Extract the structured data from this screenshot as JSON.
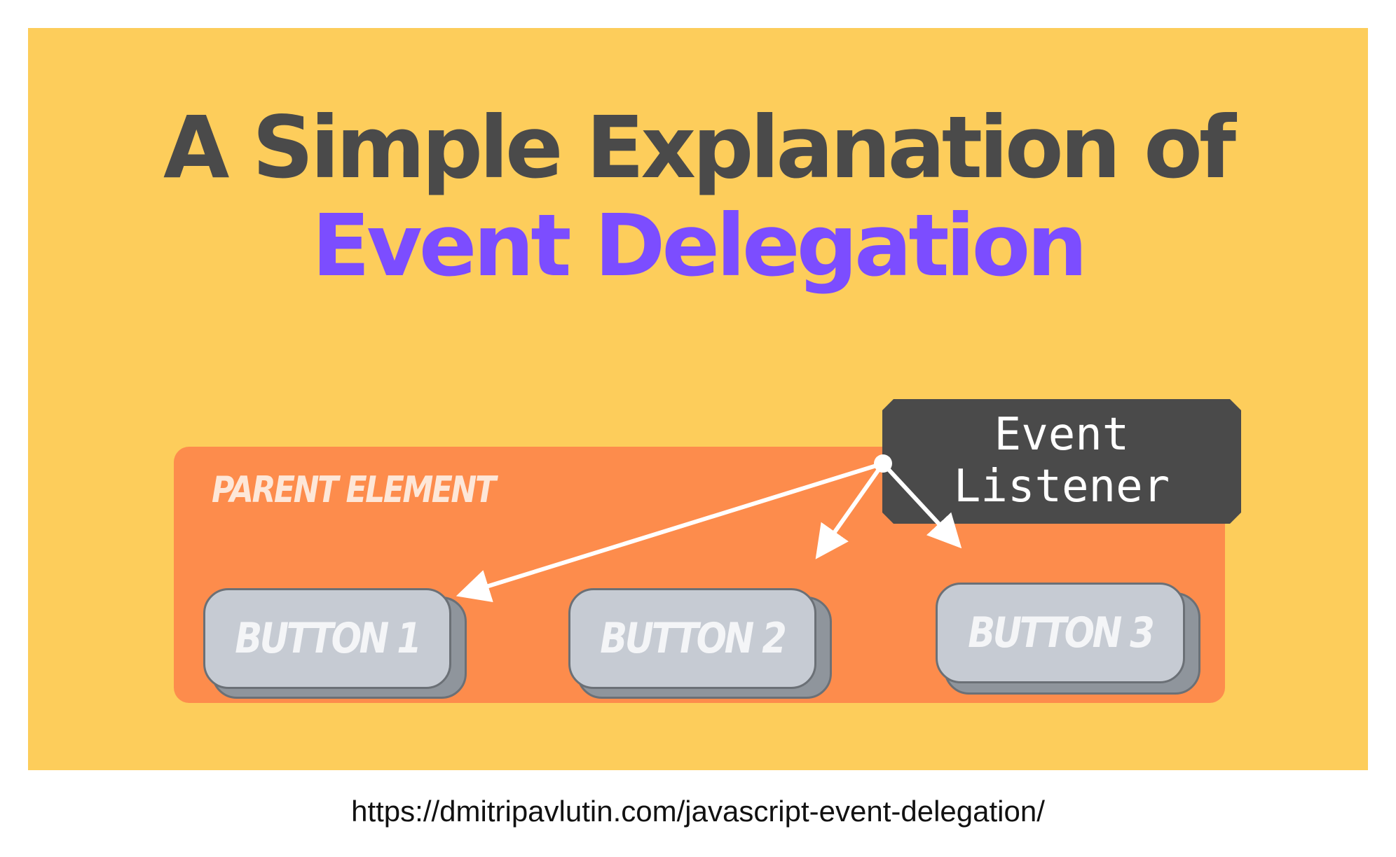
{
  "title": {
    "line1": "A Simple Explanation of",
    "line2": "Event Delegation"
  },
  "diagram": {
    "parent_label": "PARENT ELEMENT",
    "buttons": [
      {
        "label": "BUTTON 1"
      },
      {
        "label": "BUTTON 2"
      },
      {
        "label": "BUTTON 3"
      }
    ],
    "listener": {
      "line1": "Event",
      "line2": "Listener"
    }
  },
  "caption": "https://dmitripavlutin.com/javascript-event-delegation/",
  "colors": {
    "background": "#fdcd5b",
    "title_dark": "#4a4a4a",
    "title_accent": "#7c4dff",
    "parent_box": "#fd8c4c",
    "button": "#c6cbd3",
    "listener_box": "#4a4a4a",
    "arrow": "#ffffff"
  }
}
